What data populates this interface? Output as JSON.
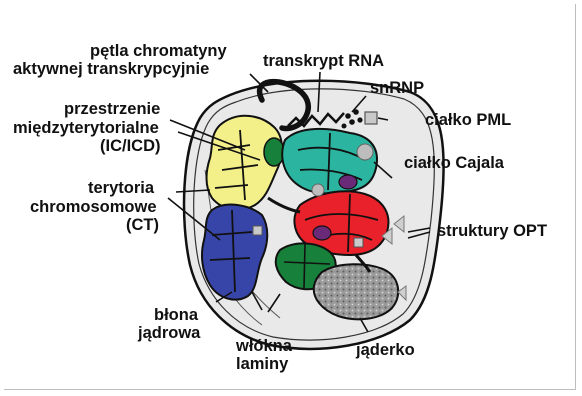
{
  "labels": {
    "chromatin_loop": [
      "pętla chromatyny",
      "aktywnej transkrypcyjnie"
    ],
    "rna_transcript": "transkrypt RNA",
    "snrnp": "snRNP",
    "pml_body": "ciałko PML",
    "interchromatin_space": [
      "przestrzenie",
      "międzyterytorialne",
      "(IC/ICD)"
    ],
    "cajal_body": "ciałko Cajala",
    "chromosome_territories": [
      "terytoria",
      "chromosomowe",
      "(CT)"
    ],
    "opt_structures": "struktury OPT",
    "nuclear_envelope": [
      "błona",
      "jądrowa"
    ],
    "lamina_fibers": [
      "włókna",
      "laminy"
    ],
    "nucleolus": "jąderko"
  },
  "colors": {
    "territory_yellow": "#f3f08a",
    "territory_teal": "#2bb5a0",
    "territory_red": "#e8212a",
    "territory_blue": "#3845a8",
    "territory_green": "#17803a",
    "territory_purple": "#6b2a78",
    "nucleolus_gray": "#8c8c8c",
    "nucleoplasm": "#e9e9e9",
    "outline": "#111111"
  }
}
